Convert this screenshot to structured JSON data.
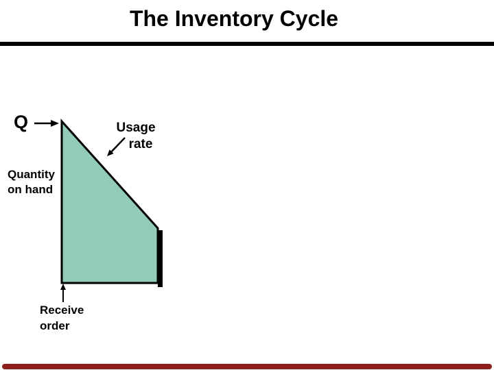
{
  "slide": {
    "title": "The Inventory Cycle",
    "background_color": "#ffffff",
    "divider_color": "#000000",
    "footer_bar_color": "#8e1f1f"
  },
  "diagram": {
    "q_label": "Q",
    "usage_label_line1": "Usage",
    "usage_label_line2": "rate",
    "quantity_label_line1": "Quantity",
    "quantity_label_line2": "on hand",
    "receive_label_line1": "Receive",
    "receive_label_line2": "order",
    "fill_color": "#92cbb9",
    "line_color": "#000000"
  }
}
